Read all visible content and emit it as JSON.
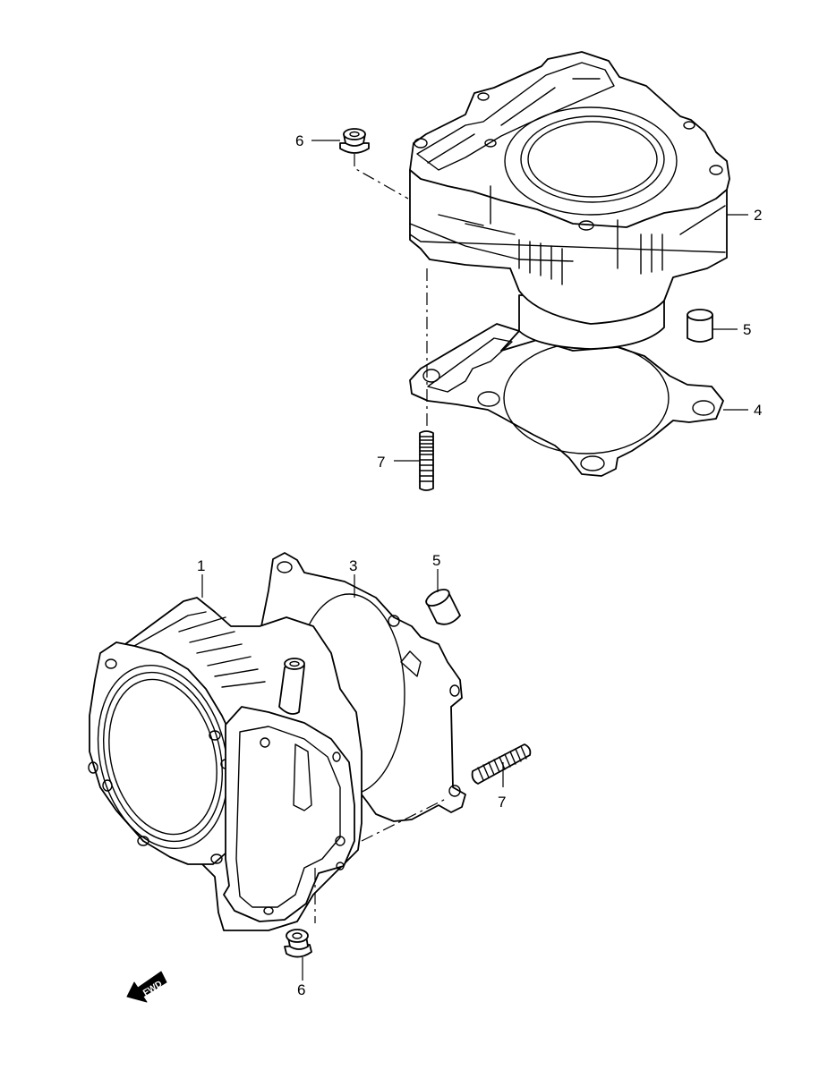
{
  "callouts": {
    "c1": "1",
    "c2": "2",
    "c3": "3",
    "c4": "4",
    "c5_top": "5",
    "c5_bottom": "5",
    "c6_top": "6",
    "c6_bottom": "6",
    "c7_top": "7",
    "c7_bottom": "7"
  },
  "fwd_label": "FWD",
  "colors": {
    "line": "#000000",
    "background": "#ffffff"
  }
}
